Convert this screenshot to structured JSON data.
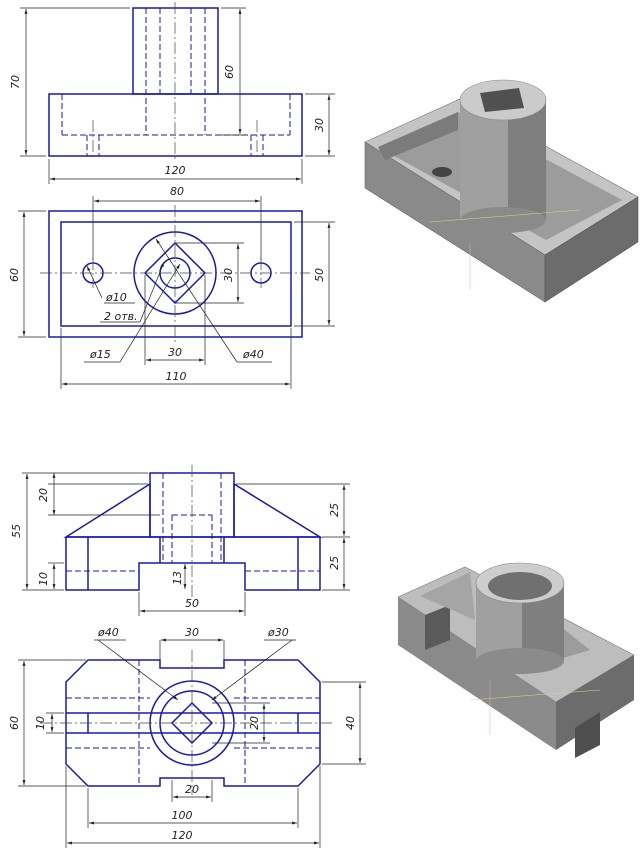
{
  "drawing1": {
    "front": {
      "width": "120",
      "total_height": "70",
      "boss_height": "60",
      "base_height": "30"
    },
    "top": {
      "hole_spacing": "80",
      "depth": "60",
      "inner_depth": "50",
      "square": "30",
      "hole_dia": "ø10",
      "hole_count": "2 отв.",
      "bore_dia": "ø15",
      "boss_dia": "ø40",
      "square_width": "30",
      "inner_length": "110"
    }
  },
  "drawing2": {
    "front": {
      "boss_height": "20",
      "total_height": "55",
      "rib_height": "25",
      "base_height": "25",
      "slot_height": "10",
      "groove_depth": "13",
      "groove_width": "50"
    },
    "top": {
      "boss_dia": "ø40",
      "rib_width": "30",
      "bore_dia": "ø30",
      "depth": "60",
      "slot_width": "10",
      "square": "20",
      "width": "40",
      "bottom_slot": "20",
      "inner_length": "100",
      "length": "120"
    }
  },
  "colors": {
    "line": "#1a1aa8",
    "dim": "#222222",
    "model_light": "#b9b9b9",
    "model_mid": "#8e8e8e",
    "model_dark": "#6a6a6a"
  }
}
